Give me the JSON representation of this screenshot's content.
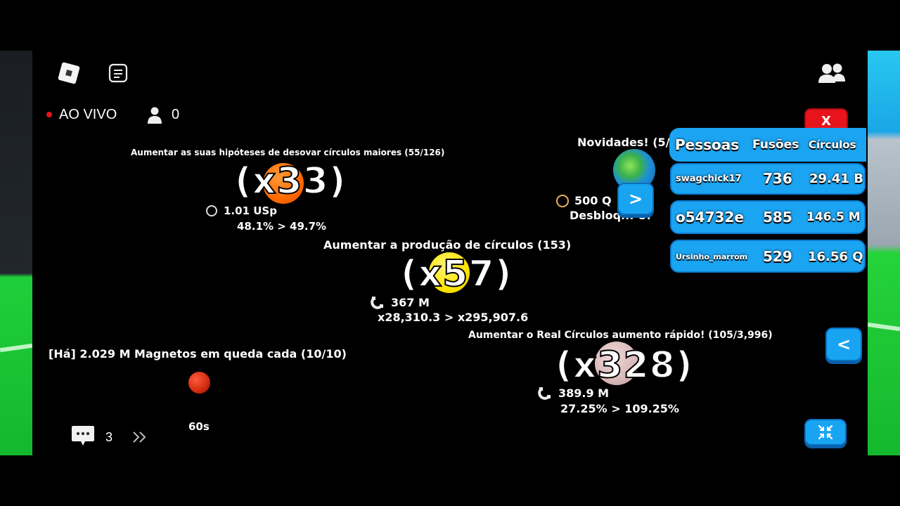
{
  "topbar": {
    "live_label": "AO VIVO",
    "viewer_count": "0"
  },
  "upgrades": {
    "hatch": {
      "title": "Aumentar as suas hipóteses de desovar círculos maiores (55/126)",
      "multiplier": "(x33)",
      "cost": "1.01 USp",
      "change": "48.1% > 49.7%"
    },
    "production": {
      "title": "Aumentar a produção de círculos (153)",
      "multiplier": "(x57)",
      "cost": "367 M",
      "change": "x28,310.3 > x295,907.6"
    },
    "fast": {
      "title": "Aumentar o Real Círculos aumento rápido! (105/3,996)",
      "multiplier": "(x328)",
      "cost": "389.9 M",
      "change": "27.25% > 109.25%"
    },
    "magnets": {
      "title": "[Há] 2.029 M Magnetos em queda cada (10/10)",
      "timer": "60s"
    }
  },
  "news": {
    "title": "Novidades! (5/",
    "cost": "500 Q",
    "unlock": "Desbloq... Ur"
  },
  "leaderboard": {
    "headers": [
      "Pessoas",
      "Fusões",
      "Círculos"
    ],
    "rows": [
      {
        "name": "swagchick17",
        "fusions": "736",
        "circles": "29.41 B"
      },
      {
        "name": "o54732e",
        "fusions": "585",
        "circles": "146.5 M"
      },
      {
        "name": "Ursinho_marrom",
        "fusions": "529",
        "circles": "16.56 Q"
      }
    ]
  },
  "buttons": {
    "close": "X",
    "next": ">",
    "collapse": "<"
  },
  "chat": {
    "count": "3"
  },
  "colors": {
    "panel_blue": "#1aa4f2",
    "close_red": "#e8141c",
    "orb_orange": "#ff6a00",
    "orb_yellow": "#ffe600",
    "orb_grey": "#d9b8b8"
  }
}
